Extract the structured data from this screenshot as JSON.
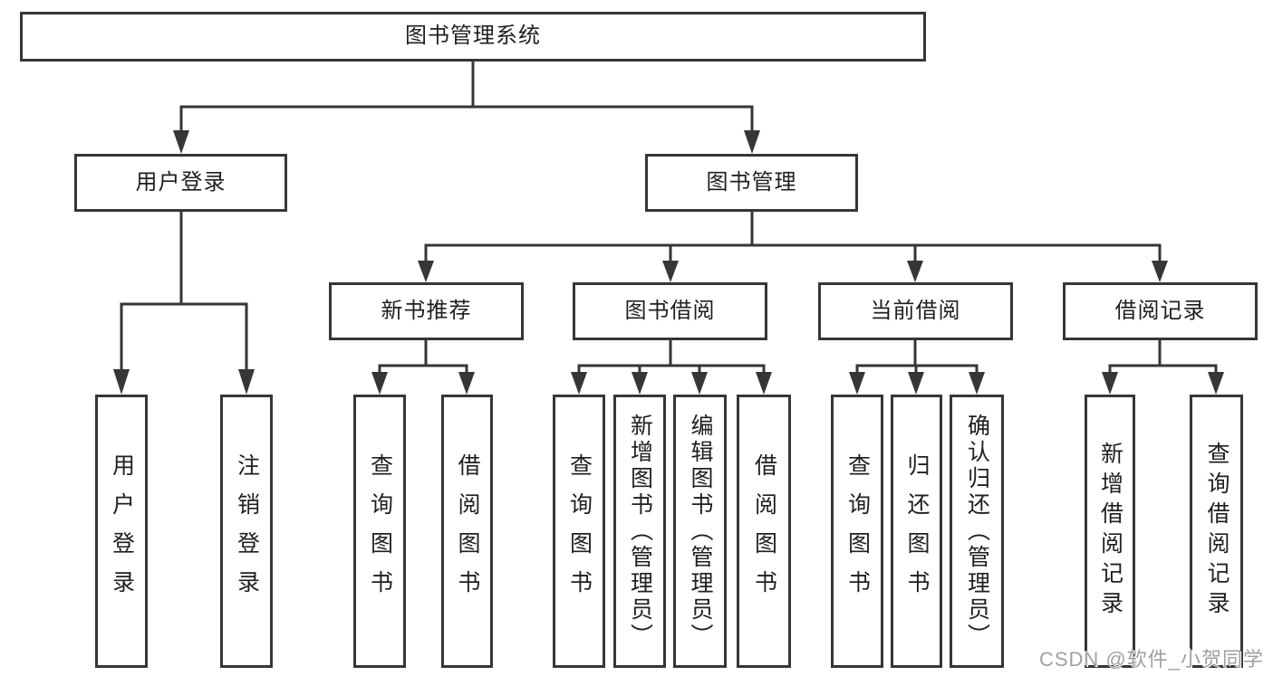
{
  "diagram_title": "图书管理系统",
  "tree": {
    "label": "图书管理系统",
    "children": [
      {
        "label": "用户登录",
        "children": [
          {
            "label": "用户登录"
          },
          {
            "label": "注销登录"
          }
        ]
      },
      {
        "label": "图书管理",
        "children": [
          {
            "label": "新书推荐",
            "children": [
              {
                "label": "查询图书"
              },
              {
                "label": "借阅图书"
              }
            ]
          },
          {
            "label": "图书借阅",
            "children": [
              {
                "label": "查询图书"
              },
              {
                "label": "新增图书（管理员）"
              },
              {
                "label": "编辑图书（管理员）"
              },
              {
                "label": "借阅图书"
              }
            ]
          },
          {
            "label": "当前借阅",
            "children": [
              {
                "label": "查询图书"
              },
              {
                "label": "归还图书"
              },
              {
                "label": "确认归还（管理员）"
              }
            ]
          },
          {
            "label": "借阅记录",
            "children": [
              {
                "label": "新增借阅记录"
              },
              {
                "label": "查询借阅记录"
              }
            ]
          }
        ]
      }
    ]
  },
  "watermark": {
    "text": "CSDN @软件_小贺同学"
  },
  "colors": {
    "line": "#363636",
    "box_border": "#363636",
    "text": "#1f1f1f",
    "background": "#ffffff",
    "watermark": "#a0a0a0"
  }
}
